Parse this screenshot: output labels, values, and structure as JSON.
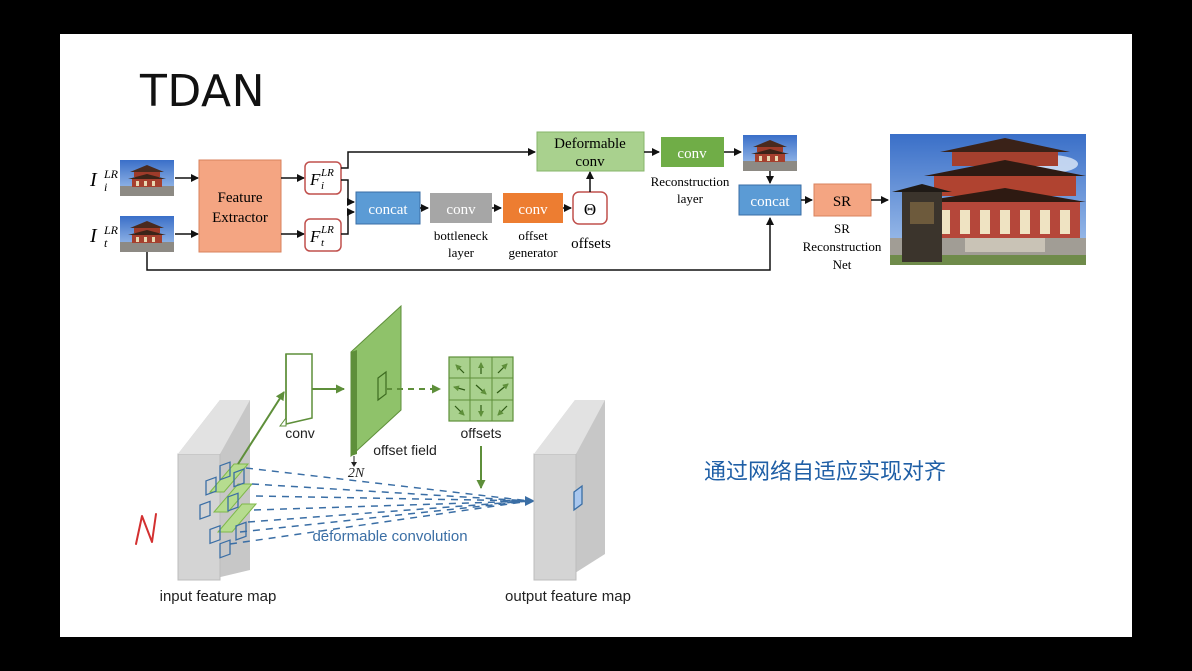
{
  "slide": {
    "title": "TDAN",
    "caption_cn": "通过网络自适应实现对齐"
  },
  "pipeline": {
    "input_i": {
      "base": "I",
      "sub": "i",
      "sup": "LR"
    },
    "input_t": {
      "base": "I",
      "sub": "t",
      "sup": "LR"
    },
    "feature_extractor": [
      "Feature",
      "Extractor"
    ],
    "feat_i": {
      "base": "F",
      "sub": "i",
      "sup": "LR"
    },
    "feat_t": {
      "base": "F",
      "sub": "t",
      "sup": "LR"
    },
    "concat_label": "concat",
    "bottleneck_conv": "conv",
    "bottleneck_caption": [
      "bottleneck",
      "layer"
    ],
    "offset_conv": "conv",
    "offset_caption": [
      "offset",
      "generator"
    ],
    "theta": "Θ",
    "offsets_caption": "offsets",
    "deformable": [
      "Deformable",
      "conv"
    ],
    "recon_conv": "conv",
    "recon_caption": [
      "Reconstruction",
      "layer"
    ],
    "concat2_label": "concat",
    "sr_label": "SR",
    "sr_caption": [
      "SR",
      "Reconstruction",
      "Net"
    ],
    "colors": {
      "feature_extractor": "#f4a582",
      "concat": "#5b9bd5",
      "bottleneck": "#a6a6a6",
      "offset_generator": "#ed7d31",
      "deformable": "#a9d18e",
      "recon": "#70ad47",
      "sr": "#f4a582",
      "feat_border": "#c0504d"
    }
  },
  "deform_diagram": {
    "conv_label": "conv",
    "offset_field_label": "offset field",
    "channels_label": "2N",
    "offsets_label": "offsets",
    "deformable_label": "deformable convolution",
    "input_label": "input feature map",
    "output_label": "output feature map",
    "annotation": "N"
  }
}
